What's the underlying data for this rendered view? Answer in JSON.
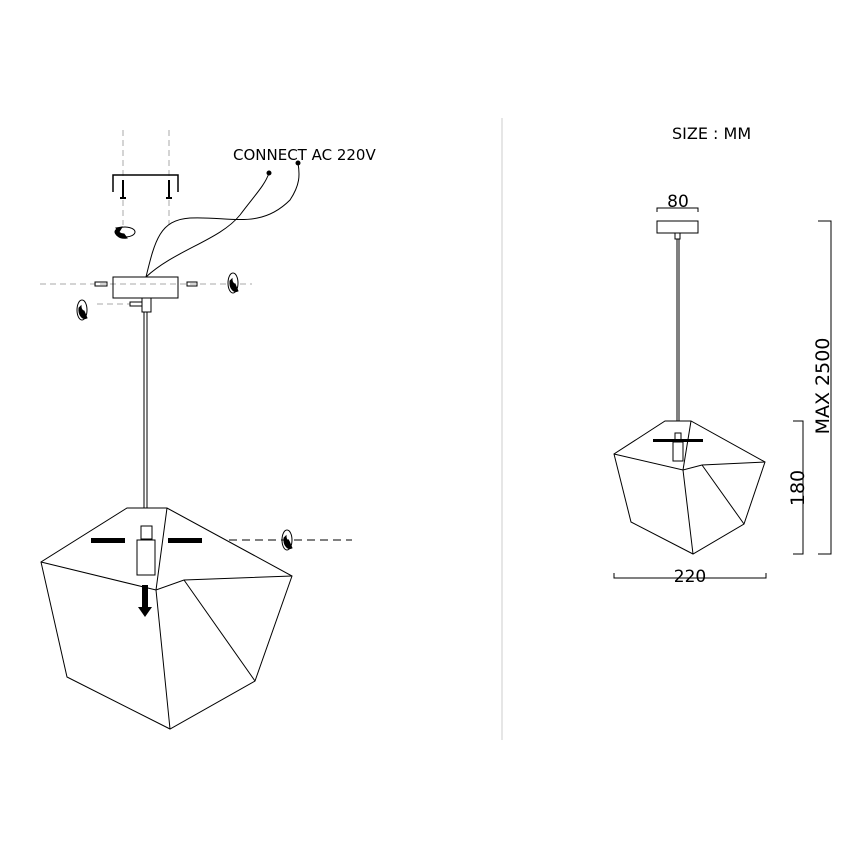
{
  "installation": {
    "power_label": "CONNECT AC 220V"
  },
  "dimensions": {
    "unit_label": "SIZE : MM",
    "canopy_width": "80",
    "shade_width": "220",
    "shade_height": "180",
    "max_height": "MAX 2500"
  },
  "colors": {
    "line": "#000000",
    "divider": "#cccccc",
    "dash": "#999999"
  }
}
